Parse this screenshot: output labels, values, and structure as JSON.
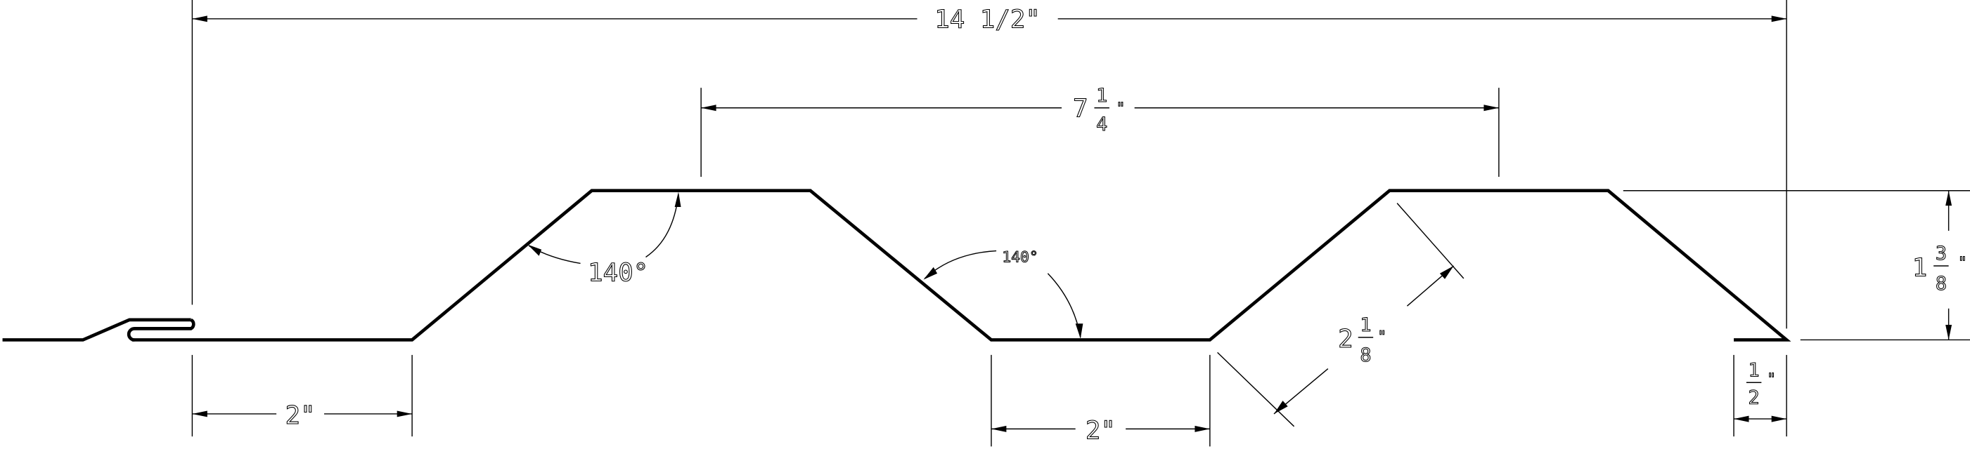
{
  "drawing": {
    "title": "Metal panel profile cross-section",
    "dimensions": {
      "overall_width": "14 1/2\"",
      "rib_spacing": {
        "whole": "7",
        "num": "1",
        "den": "4",
        "unit": "\""
      },
      "left_flat": "2\"",
      "center_flat": "2\"",
      "slope_length": {
        "whole": "2",
        "num": "1",
        "den": "8",
        "unit": "\""
      },
      "rib_height": {
        "whole": "1",
        "num": "3",
        "den": "8",
        "unit": "\""
      },
      "lip": {
        "num": "1",
        "den": "2",
        "unit": "\""
      },
      "angle_left": "140°",
      "angle_right": "140°"
    },
    "colors": {
      "line": "#000000",
      "background": "#ffffff"
    }
  }
}
